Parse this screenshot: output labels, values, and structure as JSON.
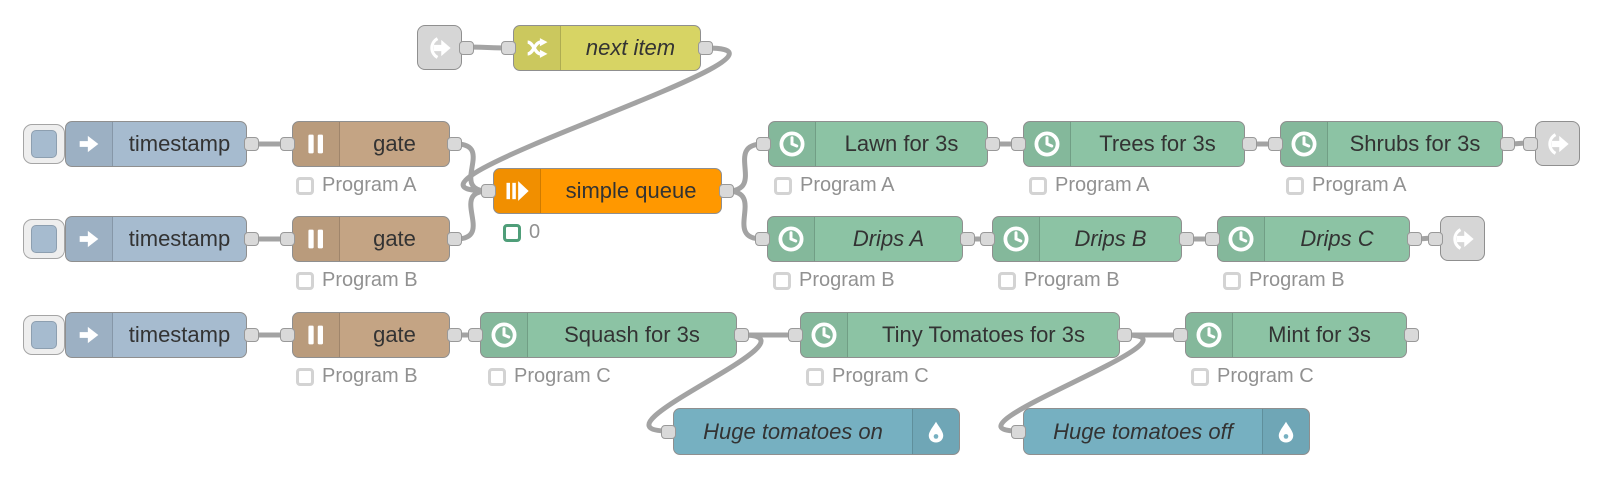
{
  "app": {
    "name": "Node-RED flow canvas"
  },
  "colors": {
    "inject_node": "#a6bbcf",
    "gate_node": "#c4a484",
    "random_node": "#d7d464",
    "queue_node": "#ff9800",
    "timer_node": "#8cc3a4",
    "water_node": "#76b0c1",
    "link_node": "#d6d6d6",
    "wire": "#a3a3a3",
    "status_text": "#919191",
    "status_ring_gray": "#d3d3d3",
    "status_ring_green": "#4f9e79"
  },
  "icons": {
    "link": "link-arrow-icon",
    "inject": "arrow-right-icon",
    "gate": "pause-icon",
    "random": "shuffle-icon",
    "queue": "queue-play-icon",
    "timer": "clock-icon",
    "water": "droplet-icon"
  },
  "nodes": {
    "link_in_top": {
      "type": "link in"
    },
    "next_item": {
      "label": "next item"
    },
    "inject_a": {
      "label": "timestamp"
    },
    "gate_a": {
      "label": "gate",
      "status": "Program A"
    },
    "inject_b": {
      "label": "timestamp"
    },
    "gate_b": {
      "label": "gate",
      "status": "Program B"
    },
    "inject_c": {
      "label": "timestamp"
    },
    "gate_c": {
      "label": "gate",
      "status": "Program B"
    },
    "queue": {
      "label": "simple queue",
      "status": "0"
    },
    "lawn": {
      "label": "Lawn for 3s",
      "status": "Program A"
    },
    "trees": {
      "label": "Trees for 3s",
      "status": "Program A"
    },
    "shrubs": {
      "label": "Shrubs for 3s",
      "status": "Program A"
    },
    "link_out_1": {
      "type": "link out"
    },
    "drips_a": {
      "label": "Drips A",
      "status": "Program B"
    },
    "drips_b": {
      "label": "Drips B",
      "status": "Program B"
    },
    "drips_c": {
      "label": "Drips C",
      "status": "Program B"
    },
    "link_out_2": {
      "type": "link out"
    },
    "squash": {
      "label": "Squash for 3s",
      "status": "Program C"
    },
    "tiny_tomatoes": {
      "label": "Tiny Tomatoes for 3s",
      "status": "Program C"
    },
    "mint": {
      "label": "Mint for 3s",
      "status": "Program C"
    },
    "tomatoes_on": {
      "label": "Huge tomatoes on"
    },
    "tomatoes_off": {
      "label": "Huge tomatoes off"
    }
  }
}
